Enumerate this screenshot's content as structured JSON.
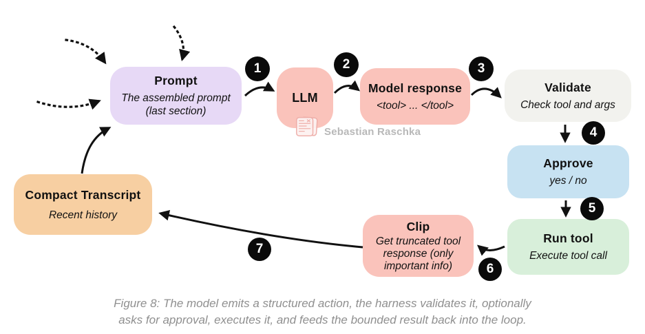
{
  "nodes": {
    "prompt": {
      "title": "Prompt",
      "subtitle": "The assembled prompt (last section)"
    },
    "llm": {
      "title": "LLM"
    },
    "model_response": {
      "title": "Model response",
      "subtitle": "<tool> ... </tool>"
    },
    "validate": {
      "title": "Validate",
      "subtitle": "Check tool and args"
    },
    "approve": {
      "title": "Approve",
      "subtitle": "yes / no"
    },
    "run_tool": {
      "title": "Run tool",
      "subtitle": "Execute tool call"
    },
    "clip": {
      "title": "Clip",
      "subtitle": "Get truncated tool response (only important info)"
    },
    "compact_transcript": {
      "title": "Compact Transcript",
      "subtitle": "Recent history"
    }
  },
  "steps": {
    "step1": "1",
    "step2": "2",
    "step3": "3",
    "step4": "4",
    "step5": "5",
    "step6": "6",
    "step7": "7"
  },
  "watermark": {
    "label": "Sebastian Raschka",
    "logo": "stamp-pages-icon"
  },
  "caption": {
    "line1": "Figure 8: The model emits a structured action, the harness validates it, optionally",
    "line2": "asks for approval, executes it, and feeds the bounded result back into the loop."
  },
  "colors": {
    "node_prompt": "#e7d9f6",
    "node_llm": "#fac3bb",
    "node_model_response": "#fac3bb",
    "node_validate": "#f2f2ee",
    "node_approve": "#c7e2f2",
    "node_run_tool": "#d8efda",
    "node_clip": "#fac3bb",
    "node_compact_transcript": "#f7cfa2",
    "step_badge": "#0a0a0a",
    "arrow": "#111111",
    "caption_text": "#8f8f8f",
    "watermark_text": "#b5b5b5",
    "watermark_logo": "#eeada8"
  }
}
